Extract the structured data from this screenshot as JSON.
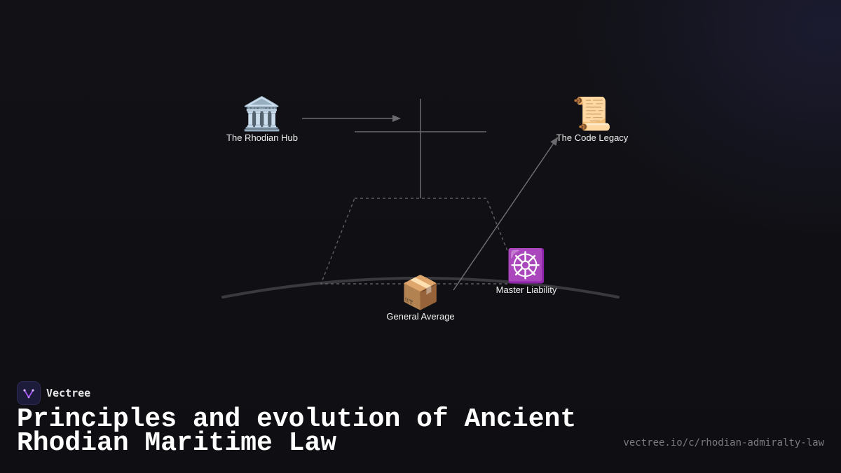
{
  "diagram": {
    "nodes": [
      {
        "id": "rhodian-hub",
        "icon": "classical-building-icon",
        "emoji": "🏛️",
        "label": "The Rhodian Hub"
      },
      {
        "id": "code-legacy",
        "icon": "scroll-icon",
        "emoji": "📜",
        "label": "The Code Legacy"
      },
      {
        "id": "general-average",
        "icon": "package-icon",
        "emoji": "📦",
        "label": "General Average"
      },
      {
        "id": "master-liability",
        "icon": "ship-wheel-icon",
        "emoji": "☸️",
        "label": "Master Liability"
      }
    ],
    "edges": [
      {
        "from": "rhodian-hub",
        "to": "code-legacy",
        "style": "arrow"
      },
      {
        "from": "general-average",
        "to": "code-legacy",
        "style": "arrow"
      }
    ],
    "colors": {
      "background": "#111116",
      "line": "#6b6b70",
      "dashed": "#5e5e64",
      "label": "#f2f2f2"
    }
  },
  "footer": {
    "brand_name": "Vectree",
    "brand_icon": "vectree-logo-icon",
    "title": "Principles and evolution of Ancient Rhodian Maritime Law",
    "url": "vectree.io/c/rhodian-admiralty-law"
  }
}
